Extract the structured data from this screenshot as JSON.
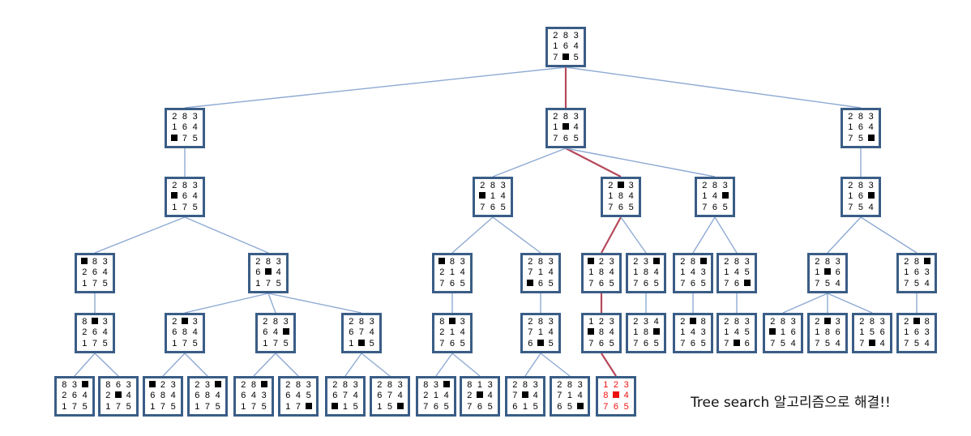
{
  "caption": "Tree search 알고리즘으로 해결!!",
  "colors": {
    "node_border": "#3a5d86",
    "edge": "#8eaad3",
    "path_edge": "#b5485a",
    "goal_text": "#ee1111"
  },
  "nodes": [
    {
      "id": "n0",
      "cells": [
        "2",
        "8",
        "3",
        "1",
        "6",
        "4",
        "7",
        "_",
        "5"
      ]
    },
    {
      "id": "n1",
      "cells": [
        "2",
        "8",
        "3",
        "1",
        "6",
        "4",
        "_",
        "7",
        "5"
      ]
    },
    {
      "id": "n2",
      "cells": [
        "2",
        "8",
        "3",
        "1",
        "_",
        "4",
        "7",
        "6",
        "5"
      ]
    },
    {
      "id": "n3",
      "cells": [
        "2",
        "8",
        "3",
        "1",
        "6",
        "4",
        "7",
        "5",
        "_"
      ]
    },
    {
      "id": "n4",
      "cells": [
        "2",
        "8",
        "3",
        "_",
        "6",
        "4",
        "1",
        "7",
        "5"
      ]
    },
    {
      "id": "n5",
      "cells": [
        "2",
        "8",
        "3",
        "_",
        "1",
        "4",
        "7",
        "6",
        "5"
      ]
    },
    {
      "id": "n6",
      "cells": [
        "2",
        "_",
        "3",
        "1",
        "8",
        "4",
        "7",
        "6",
        "5"
      ]
    },
    {
      "id": "n7",
      "cells": [
        "2",
        "8",
        "3",
        "1",
        "4",
        "_",
        "7",
        "6",
        "5"
      ]
    },
    {
      "id": "n8",
      "cells": [
        "2",
        "8",
        "3",
        "1",
        "6",
        "_",
        "7",
        "5",
        "4"
      ]
    },
    {
      "id": "n9",
      "cells": [
        "_",
        "8",
        "3",
        "2",
        "6",
        "4",
        "1",
        "7",
        "5"
      ]
    },
    {
      "id": "n10",
      "cells": [
        "2",
        "8",
        "3",
        "6",
        "_",
        "4",
        "1",
        "7",
        "5"
      ]
    },
    {
      "id": "n11",
      "cells": [
        "_",
        "8",
        "3",
        "2",
        "1",
        "4",
        "7",
        "6",
        "5"
      ]
    },
    {
      "id": "n12",
      "cells": [
        "2",
        "8",
        "3",
        "7",
        "1",
        "4",
        "_",
        "6",
        "5"
      ]
    },
    {
      "id": "n13",
      "cells": [
        "_",
        "2",
        "3",
        "1",
        "8",
        "4",
        "7",
        "6",
        "5"
      ]
    },
    {
      "id": "n14",
      "cells": [
        "2",
        "3",
        "_",
        "1",
        "8",
        "4",
        "7",
        "6",
        "5"
      ]
    },
    {
      "id": "n15",
      "cells": [
        "2",
        "8",
        "_",
        "1",
        "4",
        "3",
        "7",
        "6",
        "5"
      ]
    },
    {
      "id": "n16",
      "cells": [
        "2",
        "8",
        "3",
        "1",
        "4",
        "5",
        "7",
        "6",
        "_"
      ]
    },
    {
      "id": "n17",
      "cells": [
        "2",
        "8",
        "3",
        "1",
        "_",
        "6",
        "7",
        "5",
        "4"
      ]
    },
    {
      "id": "n18",
      "cells": [
        "2",
        "8",
        "_",
        "1",
        "6",
        "3",
        "7",
        "5",
        "4"
      ]
    },
    {
      "id": "n19",
      "cells": [
        "8",
        "_",
        "3",
        "2",
        "6",
        "4",
        "1",
        "7",
        "5"
      ]
    },
    {
      "id": "n20",
      "cells": [
        "2",
        "_",
        "3",
        "6",
        "8",
        "4",
        "1",
        "7",
        "5"
      ]
    },
    {
      "id": "n21",
      "cells": [
        "2",
        "8",
        "3",
        "6",
        "4",
        "_",
        "1",
        "7",
        "5"
      ]
    },
    {
      "id": "n22",
      "cells": [
        "2",
        "8",
        "3",
        "6",
        "7",
        "4",
        "1",
        "_",
        "5"
      ]
    },
    {
      "id": "n23",
      "cells": [
        "8",
        "_",
        "3",
        "2",
        "1",
        "4",
        "7",
        "6",
        "5"
      ]
    },
    {
      "id": "n24",
      "cells": [
        "2",
        "8",
        "3",
        "7",
        "1",
        "4",
        "6",
        "_",
        "5"
      ]
    },
    {
      "id": "n25",
      "cells": [
        "1",
        "2",
        "3",
        "_",
        "8",
        "4",
        "7",
        "6",
        "5"
      ]
    },
    {
      "id": "n26",
      "cells": [
        "2",
        "3",
        "4",
        "1",
        "8",
        "_",
        "7",
        "6",
        "5"
      ]
    },
    {
      "id": "n27",
      "cells": [
        "2",
        "_",
        "8",
        "1",
        "4",
        "3",
        "7",
        "6",
        "5"
      ]
    },
    {
      "id": "n28",
      "cells": [
        "2",
        "8",
        "3",
        "1",
        "4",
        "5",
        "7",
        "_",
        "6"
      ]
    },
    {
      "id": "n29",
      "cells": [
        "2",
        "8",
        "3",
        "_",
        "1",
        "6",
        "7",
        "5",
        "4"
      ]
    },
    {
      "id": "n30",
      "cells": [
        "2",
        "_",
        "3",
        "1",
        "8",
        "6",
        "7",
        "5",
        "4"
      ]
    },
    {
      "id": "n31",
      "cells": [
        "2",
        "8",
        "3",
        "1",
        "5",
        "6",
        "7",
        "_",
        "4"
      ]
    },
    {
      "id": "n32",
      "cells": [
        "2",
        "_",
        "8",
        "1",
        "6",
        "3",
        "7",
        "5",
        "4"
      ]
    },
    {
      "id": "n33",
      "cells": [
        "8",
        "3",
        "_",
        "2",
        "6",
        "4",
        "1",
        "7",
        "5"
      ]
    },
    {
      "id": "n34",
      "cells": [
        "8",
        "6",
        "3",
        "2",
        "_",
        "4",
        "1",
        "7",
        "5"
      ]
    },
    {
      "id": "n35",
      "cells": [
        "_",
        "2",
        "3",
        "6",
        "8",
        "4",
        "1",
        "7",
        "5"
      ]
    },
    {
      "id": "n36",
      "cells": [
        "2",
        "3",
        "_",
        "6",
        "8",
        "4",
        "1",
        "7",
        "5"
      ]
    },
    {
      "id": "n37",
      "cells": [
        "2",
        "8",
        "_",
        "6",
        "4",
        "3",
        "1",
        "7",
        "5"
      ]
    },
    {
      "id": "n38",
      "cells": [
        "2",
        "8",
        "3",
        "6",
        "4",
        "5",
        "1",
        "7",
        "_"
      ]
    },
    {
      "id": "n39",
      "cells": [
        "2",
        "8",
        "3",
        "6",
        "7",
        "4",
        "_",
        "1",
        "5"
      ]
    },
    {
      "id": "n40",
      "cells": [
        "2",
        "8",
        "3",
        "6",
        "7",
        "4",
        "1",
        "5",
        "_"
      ]
    },
    {
      "id": "n41",
      "cells": [
        "8",
        "3",
        "_",
        "2",
        "1",
        "4",
        "7",
        "6",
        "5"
      ]
    },
    {
      "id": "n42",
      "cells": [
        "8",
        "1",
        "3",
        "2",
        "_",
        "4",
        "7",
        "6",
        "5"
      ]
    },
    {
      "id": "n43",
      "cells": [
        "2",
        "8",
        "3",
        "7",
        "_",
        "4",
        "6",
        "1",
        "5"
      ]
    },
    {
      "id": "n44",
      "cells": [
        "2",
        "8",
        "3",
        "7",
        "1",
        "4",
        "6",
        "5",
        "_"
      ]
    },
    {
      "id": "n45",
      "cells": [
        "1",
        "2",
        "3",
        "8",
        "_",
        "4",
        "7",
        "6",
        "5"
      ],
      "goal": true
    }
  ],
  "edges": [
    [
      "n0",
      "n1"
    ],
    [
      "n0",
      "n2"
    ],
    [
      "n0",
      "n3"
    ],
    [
      "n1",
      "n4"
    ],
    [
      "n2",
      "n5"
    ],
    [
      "n2",
      "n6"
    ],
    [
      "n2",
      "n7"
    ],
    [
      "n3",
      "n8"
    ],
    [
      "n4",
      "n9"
    ],
    [
      "n4",
      "n10"
    ],
    [
      "n5",
      "n11"
    ],
    [
      "n5",
      "n12"
    ],
    [
      "n6",
      "n13"
    ],
    [
      "n6",
      "n14"
    ],
    [
      "n7",
      "n15"
    ],
    [
      "n7",
      "n16"
    ],
    [
      "n8",
      "n17"
    ],
    [
      "n8",
      "n18"
    ],
    [
      "n9",
      "n19"
    ],
    [
      "n10",
      "n20"
    ],
    [
      "n10",
      "n21"
    ],
    [
      "n10",
      "n22"
    ],
    [
      "n11",
      "n23"
    ],
    [
      "n12",
      "n24"
    ],
    [
      "n13",
      "n25"
    ],
    [
      "n14",
      "n26"
    ],
    [
      "n15",
      "n27"
    ],
    [
      "n16",
      "n28"
    ],
    [
      "n17",
      "n29"
    ],
    [
      "n17",
      "n30"
    ],
    [
      "n17",
      "n31"
    ],
    [
      "n18",
      "n32"
    ],
    [
      "n19",
      "n33"
    ],
    [
      "n19",
      "n34"
    ],
    [
      "n20",
      "n35"
    ],
    [
      "n20",
      "n36"
    ],
    [
      "n21",
      "n37"
    ],
    [
      "n21",
      "n38"
    ],
    [
      "n22",
      "n39"
    ],
    [
      "n22",
      "n40"
    ],
    [
      "n23",
      "n41"
    ],
    [
      "n23",
      "n42"
    ],
    [
      "n24",
      "n43"
    ],
    [
      "n24",
      "n44"
    ],
    [
      "n25",
      "n45"
    ]
  ],
  "solution_path": [
    "n0",
    "n2",
    "n6",
    "n13",
    "n25",
    "n45"
  ]
}
